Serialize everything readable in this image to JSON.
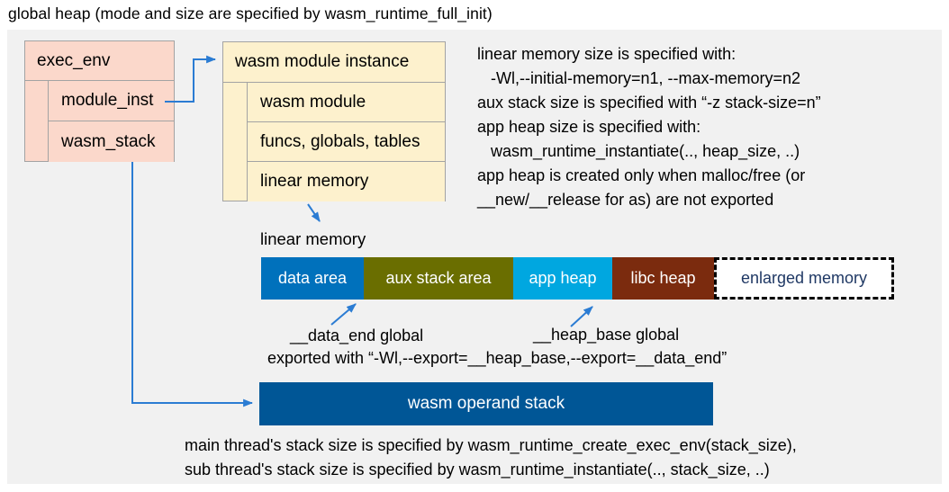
{
  "title": "global heap (mode and size are specified by wasm_runtime_full_init)",
  "exec_env": {
    "header": "exec_env",
    "rows": [
      "module_inst",
      "wasm_stack"
    ]
  },
  "module_instance": {
    "header": "wasm module instance",
    "rows": [
      "wasm module",
      "funcs, globals, tables",
      "linear memory"
    ]
  },
  "notes": {
    "lines": [
      "linear memory size is specified with:",
      "   -Wl,--initial-memory=n1, --max-memory=n2",
      "aux stack size is specified with “-z stack-size=n”",
      "app heap size is specified with:",
      "   wasm_runtime_instantiate(.., heap_size, ..)",
      "app heap is created only when malloc/free (or",
      "__new/__release for as) are not exported"
    ]
  },
  "linear_memory": {
    "label": "linear memory",
    "segments": [
      {
        "label": "data area",
        "color": "#0071bc",
        "text_color": "#ffffff"
      },
      {
        "label": "aux stack area",
        "color": "#6a6e00",
        "text_color": "#ffffff"
      },
      {
        "label": "app heap",
        "color": "#00a7e0",
        "text_color": "#ffffff"
      },
      {
        "label": "libc heap",
        "color": "#7b2b0e",
        "text_color": "#ffffff"
      },
      {
        "label": "enlarged memory",
        "color": "#ffffff",
        "text_color": "#1f3864"
      }
    ]
  },
  "annotations": {
    "data_end_label": "__data_end global",
    "heap_base_label": "__heap_base global",
    "exported_line": "exported with “-Wl,--export=__heap_base,--export=__data_end”"
  },
  "operand_stack": {
    "label": "wasm operand stack",
    "color": "#005696"
  },
  "footer": {
    "lines": [
      "main thread's stack size is specified by wasm_runtime_create_exec_env(stack_size),",
      "sub thread's stack size is specified by wasm_runtime_instantiate(.., stack_size, ..)"
    ]
  },
  "colors": {
    "struct_box_fill": "#fbd8cb",
    "instance_box_fill": "#fdf1cd",
    "arrow_blue": "#2b7cd3",
    "panel_bg": "#f1f1f1"
  }
}
